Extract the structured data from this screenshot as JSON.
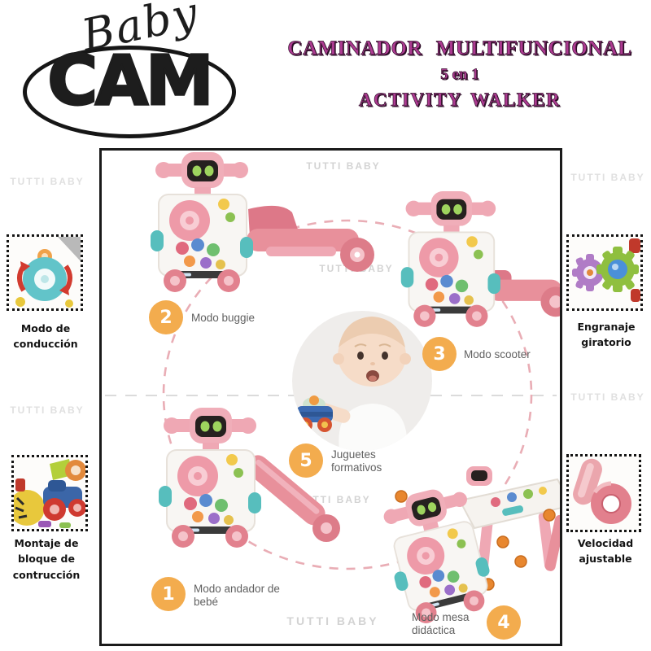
{
  "brand": {
    "script": "Baby",
    "main": "CAM"
  },
  "title": {
    "line1": "CAMINADOR MULTIFUNCIONAL",
    "line2": "5 en 1",
    "line3": "ACTIVITY WALKER"
  },
  "watermark": {
    "text": "TUTTI BABY"
  },
  "modes": [
    {
      "num": "1",
      "label": "Modo andador de bebé"
    },
    {
      "num": "2",
      "label": "Modo buggie"
    },
    {
      "num": "3",
      "label": "Modo scooter"
    },
    {
      "num": "4",
      "label": "Modo mesa didáctica"
    },
    {
      "num": "5",
      "label": "Juguetes formativos"
    }
  ],
  "callouts": {
    "left_top": "Modo de conducción",
    "left_bottom": "Montaje de bloque de contrucción",
    "right_top": "Engranaje giratorio",
    "right_bottom": "Velocidad ajustable"
  },
  "colors": {
    "accent_orange": "#F3AC4E",
    "product_pink": "#EFA8B4",
    "title_magenta": "#AC3A91",
    "watermark_gray": "#DCDCDC",
    "dashed_circle_pink": "#E9ADB5"
  }
}
